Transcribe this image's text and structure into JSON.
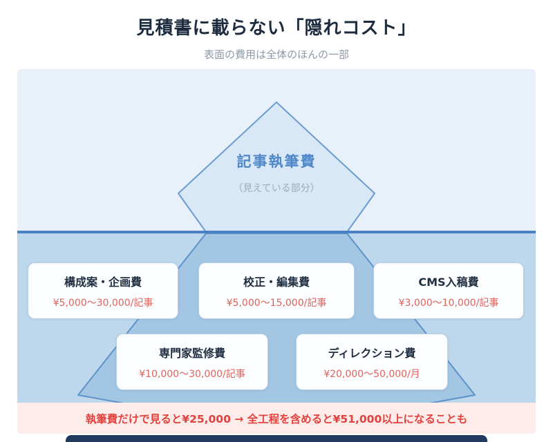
{
  "page": {
    "title": "見積書に載らない「隠れコスト」",
    "subtitle": "表面の費用は全体のほんの一部"
  },
  "iceberg": {
    "tip": {
      "label": "記事執筆費",
      "sublabel": "（見えている部分）"
    },
    "cards": [
      {
        "title": "構成案・企画費",
        "price": "¥5,000〜30,000/記事"
      },
      {
        "title": "校正・編集費",
        "price": "¥5,000〜15,000/記事"
      },
      {
        "title": "CMS入稿費",
        "price": "¥3,000〜10,000/記事"
      },
      {
        "title": "専門家監修費",
        "price": "¥10,000〜30,000/記事"
      },
      {
        "title": "ディレクション費",
        "price": "¥20,000〜50,000/月"
      }
    ],
    "banner": "執筆費だけで見ると¥25,000 → 全工程を含めると¥51,000以上になることも"
  },
  "colors": {
    "waterline": "#4a80c4",
    "water_above": "#e8f1fa",
    "water_below": "#bdd7ec",
    "tip_fill": "#d8e8f7",
    "submerged_fill": "#a3c6e3",
    "price_red": "#e0635c",
    "banner_bg": "#fdecea",
    "banner_text": "#e2423d"
  }
}
